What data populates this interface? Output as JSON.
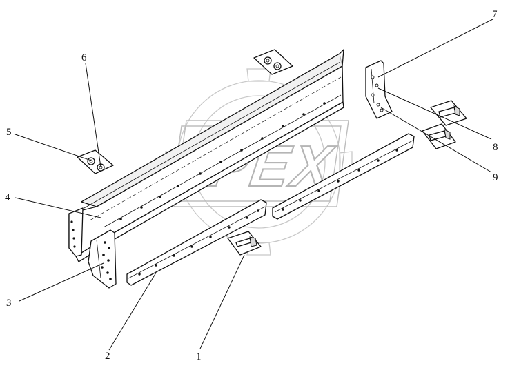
{
  "watermark": {
    "text": "OPEX",
    "color": "#b5b5b5"
  },
  "callouts": [
    {
      "id": "1",
      "label": "1"
    },
    {
      "id": "2",
      "label": "2"
    },
    {
      "id": "3",
      "label": "3"
    },
    {
      "id": "4",
      "label": "4"
    },
    {
      "id": "5",
      "label": "5"
    },
    {
      "id": "6",
      "label": "6"
    },
    {
      "id": "7",
      "label": "7"
    },
    {
      "id": "8",
      "label": "8"
    },
    {
      "id": "9",
      "label": "9"
    }
  ]
}
